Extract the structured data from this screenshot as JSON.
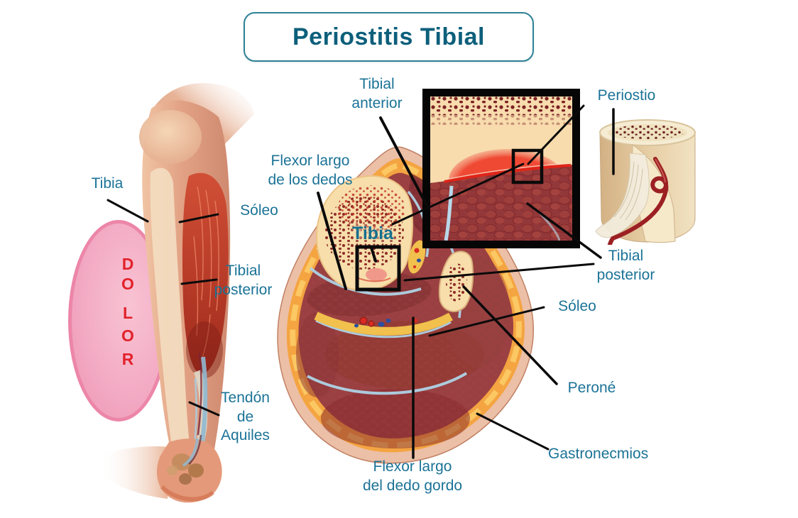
{
  "title": "Periostitis Tibial",
  "colors": {
    "label_teal": "#1b7397",
    "title_teal": "#0d5f7b",
    "pain_red": "#e2222b",
    "pink_oval": "#f3abc4",
    "annotation_line": "#0a0a0a",
    "bone_cream": "#f7deab",
    "muscle_maroon": "#9a4042",
    "fat_orange": "#f4a441",
    "fascia_blue": "#aed3e5",
    "inflammation_red": "#ef4934"
  },
  "pain": {
    "letters": [
      "D",
      "O",
      "L",
      "O",
      "R"
    ]
  },
  "leg_labels": {
    "tibia": "Tibia",
    "soleo": "Sóleo",
    "tibial_posterior": "Tibial\nposterior",
    "tendon_aquiles": "Tendón\nde\nAquiles"
  },
  "cross_labels": {
    "tibial_anterior": "Tibial\nanterior",
    "flexor_largo_dedos": "Flexor largo\nde los dedos",
    "tibia_bone": "Tibia",
    "periostio": "Periostio",
    "tibial_posterior": "Tibial\nposterior",
    "soleo": "Sóleo",
    "perone": "Peroné",
    "gastronecmios": "Gastronecmios",
    "flexor_dedo_gordo": "Flexor largo\ndel dedo gordo"
  }
}
